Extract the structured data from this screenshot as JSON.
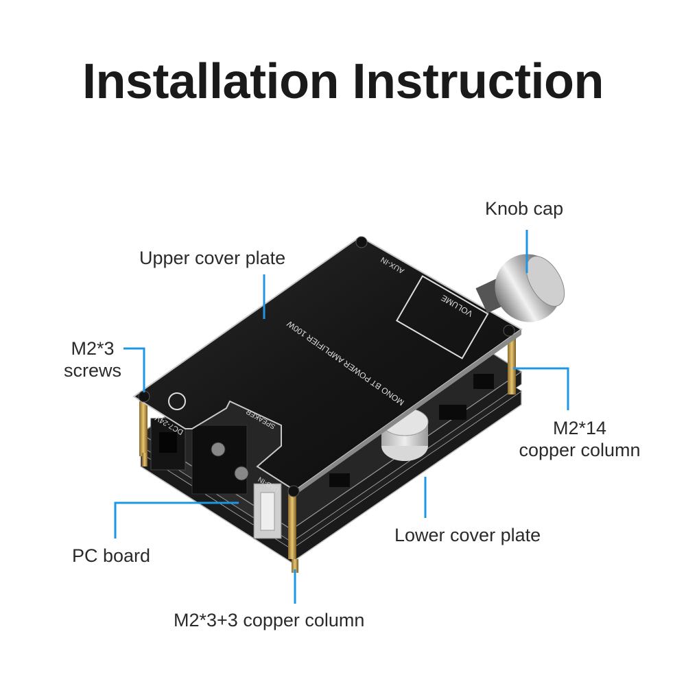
{
  "title": "Installation Instruction",
  "labels": {
    "knob_cap": "Knob cap",
    "upper_cover_plate": "Upper cover plate",
    "screws_line1": "M2*3",
    "screws_line2": "screws",
    "copper_column_14_line1": "M2*14",
    "copper_column_14_line2": "copper column",
    "lower_cover_plate": "Lower cover plate",
    "pc_board": "PC board",
    "copper_column_3_3": "M2*3+3 copper column"
  },
  "board_text": {
    "model": "MONO BT POWER AMPLIFIER 100W",
    "aux_in": "AUX-IN",
    "volume": "VOLUME",
    "dc": "DC7-24V",
    "speaker": "SPEAKER",
    "usb_in": "USB-IN"
  },
  "colors": {
    "accent": "#1e96e6",
    "plate": "#141414",
    "text": "#2a2a2a"
  }
}
